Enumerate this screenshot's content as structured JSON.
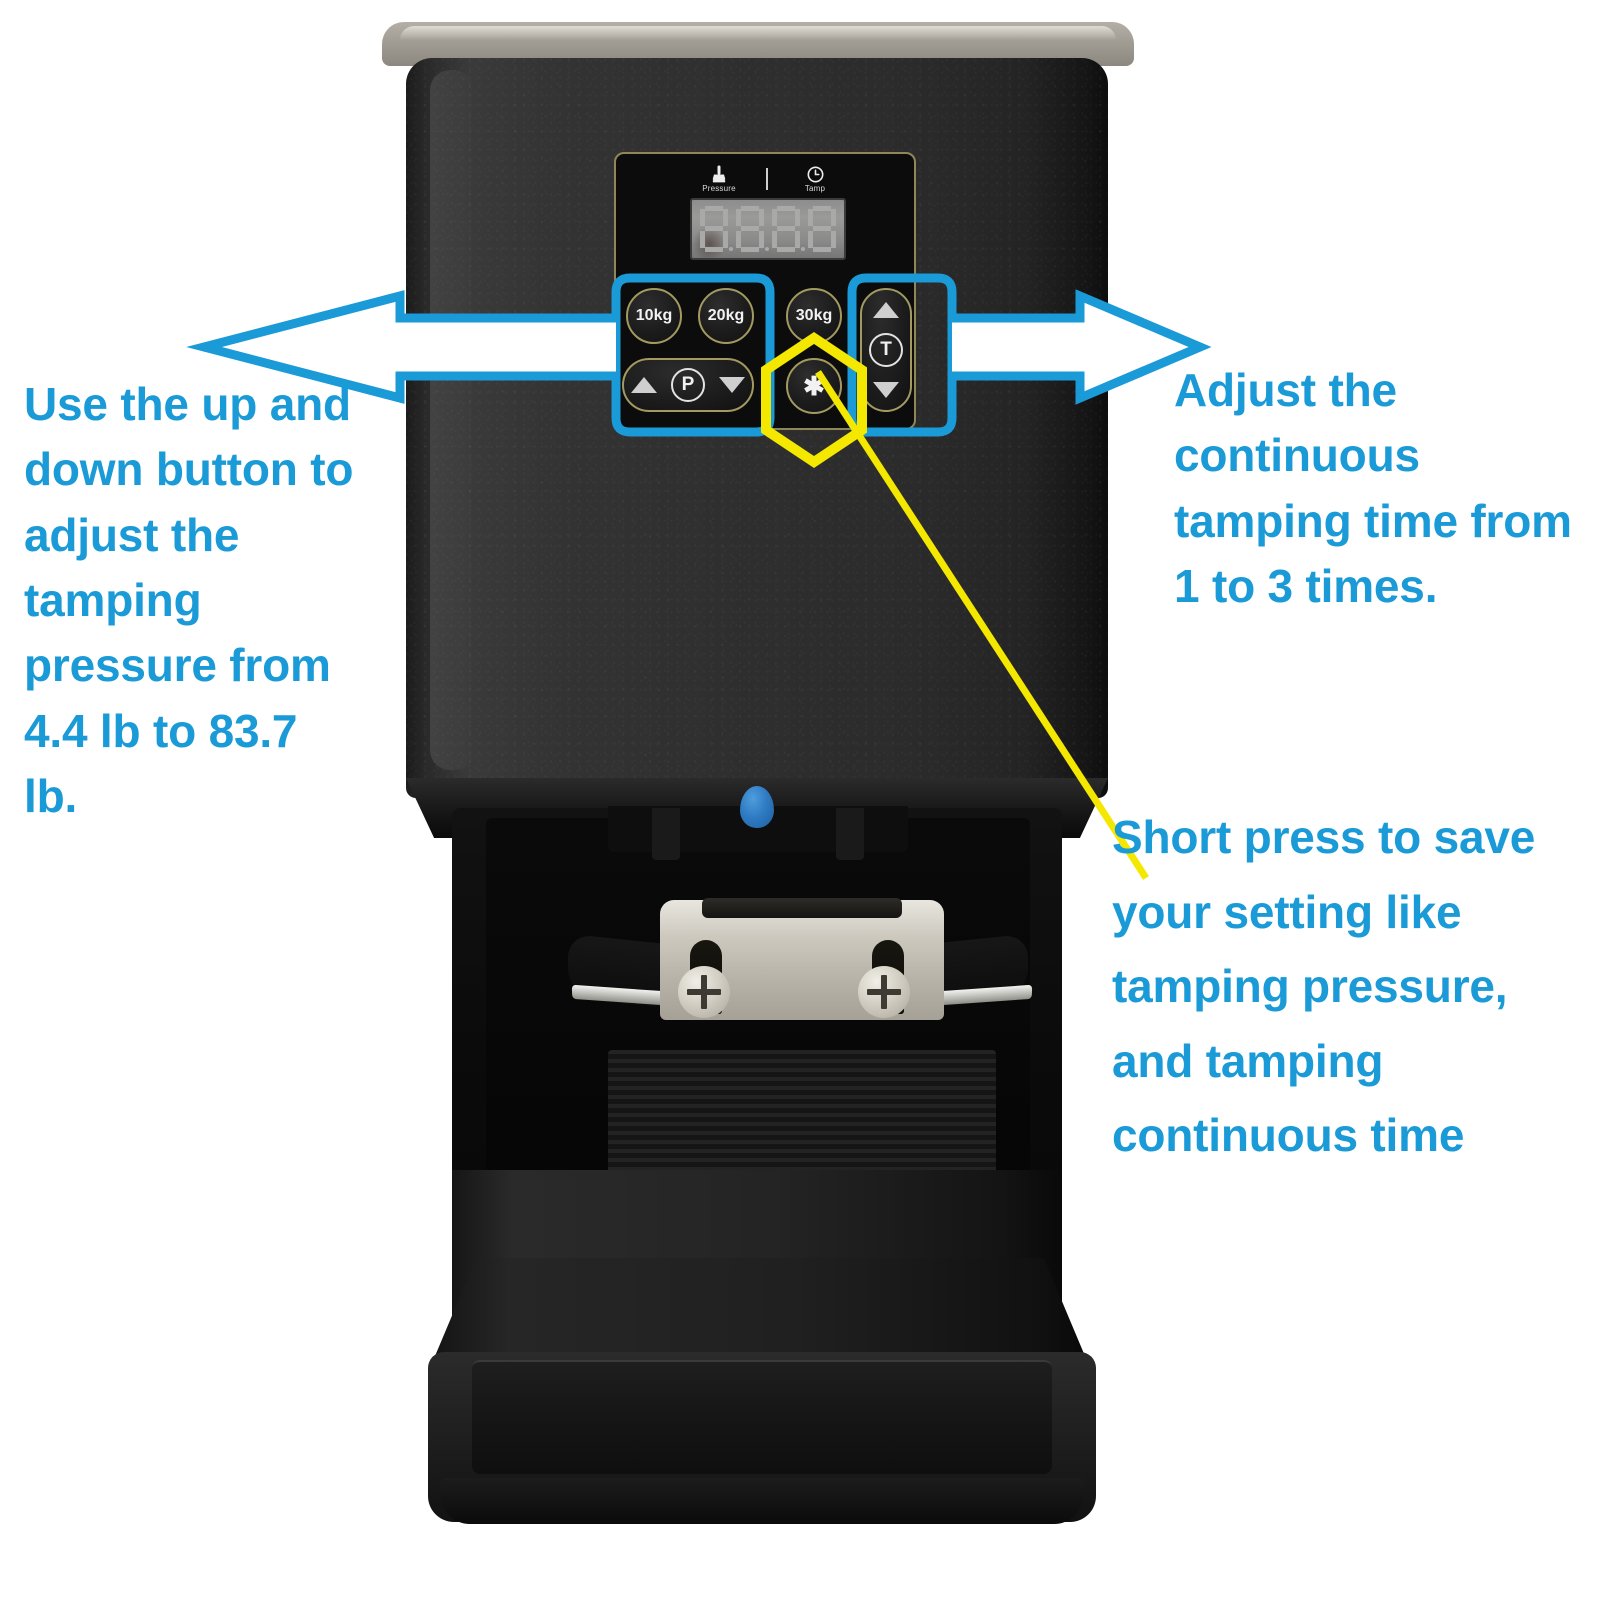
{
  "product": {
    "name": "electric-coffee-tamper",
    "body_color": "#2b2b2b",
    "top_cap_color": "#a49f96",
    "accent_ring_color": "#a39a60"
  },
  "annotation": {
    "blue": "#1a9ad7",
    "yellow": "#f5e800"
  },
  "control_panel": {
    "display": {
      "pressure_icon": "tamper-icon",
      "pressure_label": "Pressure",
      "tamp_icon": "clock-icon",
      "tamp_label": "Tamp",
      "digits": [
        "8",
        "8",
        "8",
        "8"
      ],
      "state": "off"
    },
    "buttons": [
      {
        "name": "preset-10kg",
        "label": "10kg"
      },
      {
        "name": "preset-20kg",
        "label": "20kg"
      },
      {
        "name": "preset-30kg",
        "label": "30kg"
      },
      {
        "name": "save-star",
        "label": "✱"
      }
    ],
    "pressure_pill": {
      "up": "▲",
      "letter": "P",
      "down": "▼"
    },
    "time_pill": {
      "up": "▲",
      "letter": "T",
      "down": "▼"
    }
  },
  "callouts": {
    "left": {
      "name": "pressure-adjust-callout",
      "text": "Use the up and down button to adjust the tamping pressure from 4.4 lb to 83.7 lb.",
      "target": "pressure-buttons-group"
    },
    "right_top": {
      "name": "time-adjust-callout",
      "text": "Adjust the continuous tamping time from 1 to 3 times.",
      "target": "time-buttons-group"
    },
    "right_bottom": {
      "name": "save-setting-callout",
      "text": "Short press to save your setting like tamping pressure, and tamping continuous time",
      "target": "save-star-button"
    }
  }
}
